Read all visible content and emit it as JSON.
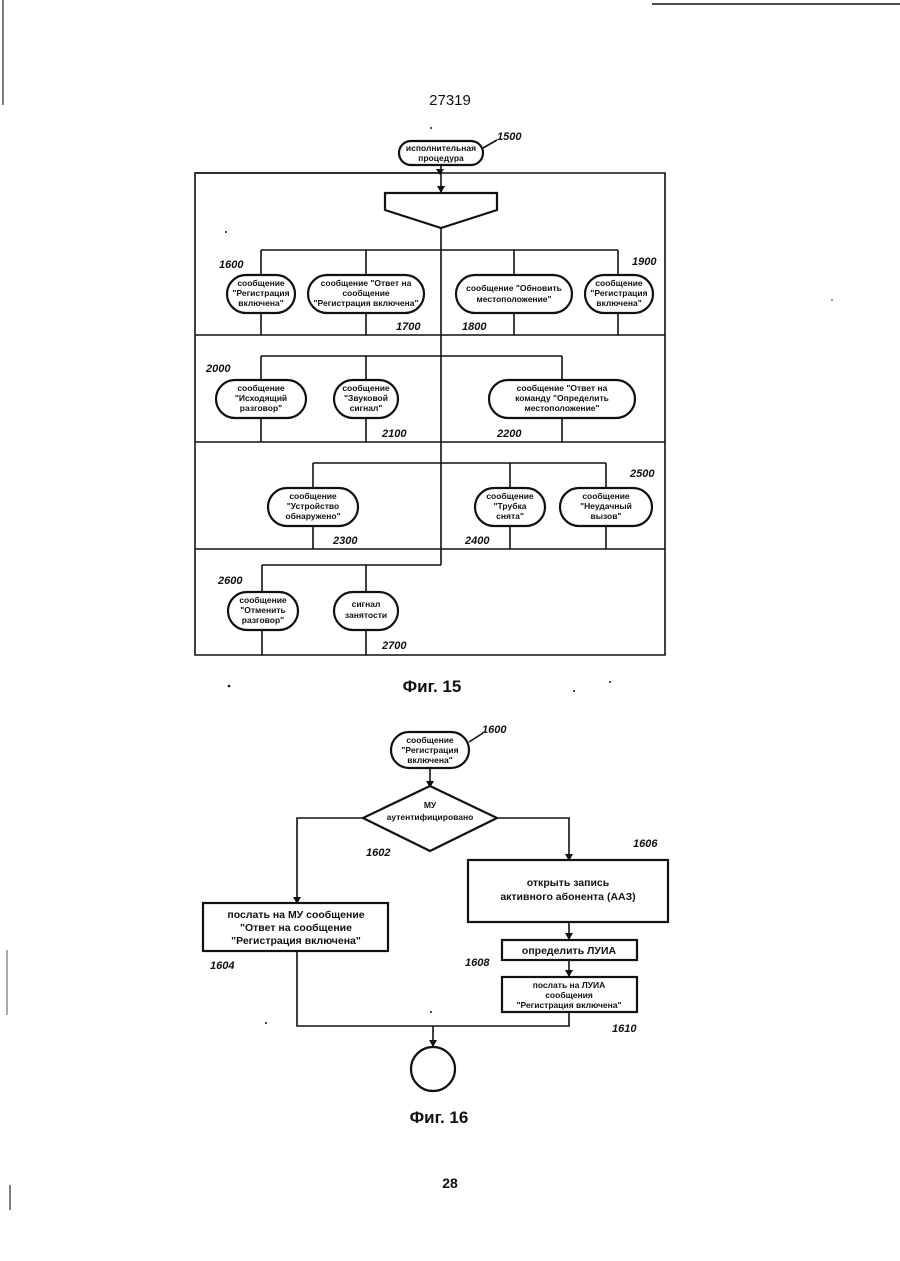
{
  "document": {
    "doc_number": "27319",
    "page_number": "28"
  },
  "fig15": {
    "caption": "Фиг. 15",
    "start": {
      "lines": [
        "исполнительная",
        "процедура"
      ],
      "ref": "1500"
    },
    "nodes": [
      {
        "id": "n1600",
        "ref": "1600",
        "lines": [
          "сообщение",
          "\"Регистрация",
          "включена\""
        ]
      },
      {
        "id": "n1700",
        "ref": "1700",
        "lines": [
          "сообщение \"Ответ на",
          "сообщение",
          "\"Регистрация включена\""
        ]
      },
      {
        "id": "n1800",
        "ref": "1800",
        "lines": [
          "сообщение \"Обновить",
          "местоположение\""
        ]
      },
      {
        "id": "n1900",
        "ref": "1900",
        "lines": [
          "сообщение",
          "\"Регистрация",
          "включена\""
        ]
      },
      {
        "id": "n2000",
        "ref": "2000",
        "lines": [
          "сообщение",
          "\"Исходящий",
          "разговор\""
        ]
      },
      {
        "id": "n2100",
        "ref": "2100",
        "lines": [
          "сообщение",
          "\"Звуковой",
          "сигнал\""
        ]
      },
      {
        "id": "n2200",
        "ref": "2200",
        "lines": [
          "сообщение \"Ответ на",
          "команду \"Определить",
          "местоположение\""
        ]
      },
      {
        "id": "n2300",
        "ref": "2300",
        "lines": [
          "сообщение",
          "\"Устройство",
          "обнаружено\""
        ]
      },
      {
        "id": "n2400",
        "ref": "2400",
        "lines": [
          "сообщение",
          "\"Трубка",
          "снята\""
        ]
      },
      {
        "id": "n2500",
        "ref": "2500",
        "lines": [
          "сообщение",
          "\"Неудачный",
          "вызов\""
        ]
      },
      {
        "id": "n2600",
        "ref": "2600",
        "lines": [
          "сообщение",
          "\"Отменить",
          "разговор\""
        ]
      },
      {
        "id": "n2700",
        "ref": "2700",
        "lines": [
          "сигнал",
          "занятости"
        ]
      }
    ]
  },
  "fig16": {
    "caption": "Фиг. 16",
    "start": {
      "lines": [
        "сообщение",
        "\"Регистрация",
        "включена\""
      ],
      "ref": "1600"
    },
    "decision": {
      "lines": [
        "МУ",
        "аутентифицировано"
      ],
      "ref": "1602"
    },
    "box_1604": {
      "lines": [
        "послать на МУ сообщение",
        "\"Ответ на сообщение",
        "\"Регистрация включена\""
      ],
      "ref": "1604"
    },
    "box_1606": {
      "lines": [
        "открыть запись",
        "активного абонента (ААЗ)"
      ],
      "ref": "1606"
    },
    "box_1608": {
      "lines": [
        "определить ЛУИА"
      ],
      "ref": "1608"
    },
    "box_1610": {
      "lines": [
        "послать на ЛУИА",
        "сообщения",
        "\"Регистрация включена\""
      ],
      "ref": "1610"
    }
  }
}
